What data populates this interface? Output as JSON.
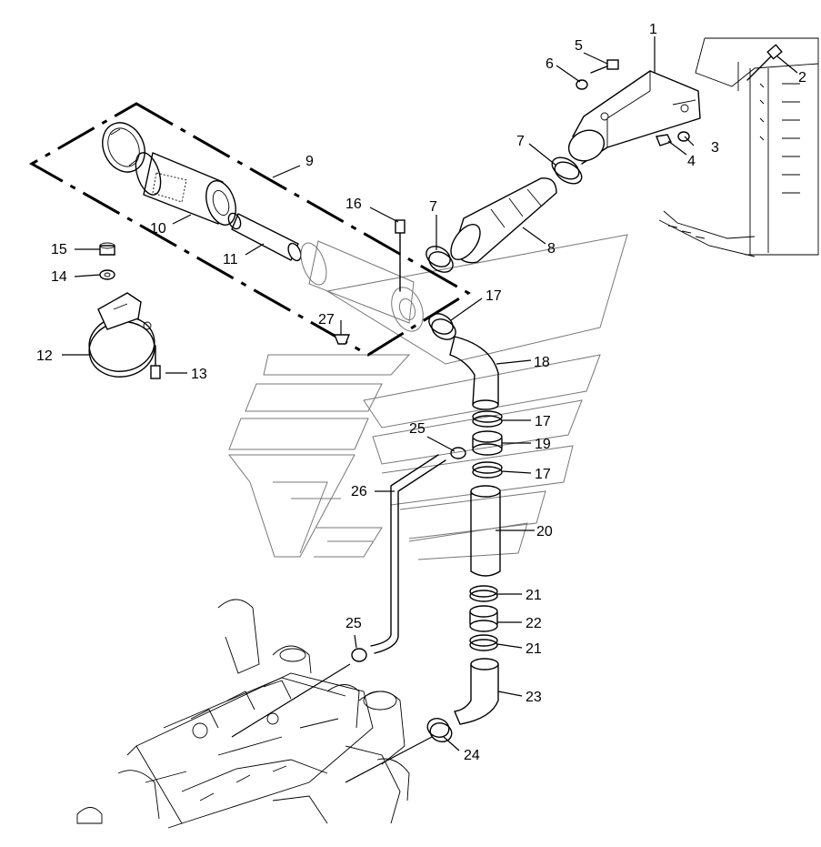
{
  "callouts": {
    "c1": "1",
    "c2": "2",
    "c3": "3",
    "c4": "4",
    "c5": "5",
    "c6": "6",
    "c7a": "7",
    "c7b": "7",
    "c8": "8",
    "c9": "9",
    "c10": "10",
    "c11": "11",
    "c12": "12",
    "c13": "13",
    "c14": "14",
    "c15": "15",
    "c16": "16",
    "c17a": "17",
    "c17b": "17",
    "c17c": "17",
    "c18": "18",
    "c19": "19",
    "c20": "20",
    "c21a": "21",
    "c21b": "21",
    "c22": "22",
    "c23": "23",
    "c24": "24",
    "c25a": "25",
    "c25b": "25",
    "c26": "26",
    "c27": "27"
  }
}
